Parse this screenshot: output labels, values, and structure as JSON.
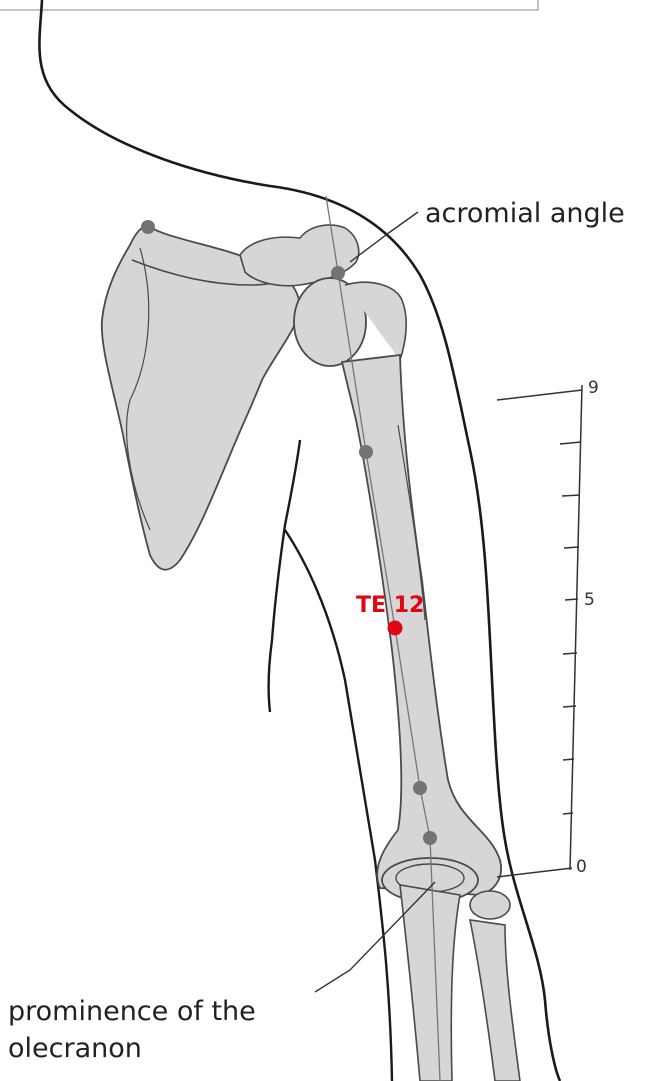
{
  "labels": {
    "acromial_angle": "acromial angle",
    "point": "TE 12",
    "prominence_line1": "prominence of the",
    "prominence_line2": "olecranon"
  },
  "scale": {
    "ticks": [
      "9",
      "5",
      "0"
    ]
  },
  "colors": {
    "bone_fill": "#d6d6d6",
    "bone_stroke": "#4a4a4a",
    "outline": "#1a1a1a",
    "point_gray": "#737373",
    "point_red": "#e10613"
  }
}
